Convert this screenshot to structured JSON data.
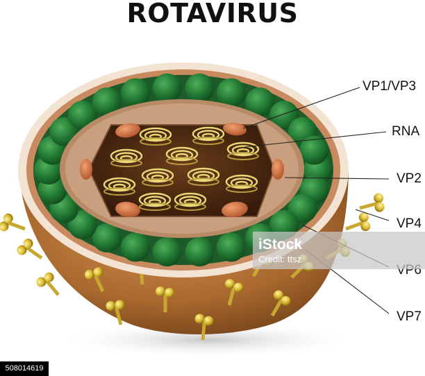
{
  "title": "ROTAVIRUS",
  "labels": {
    "vp1_vp3": "VP1/VP3",
    "rna": "RNA",
    "vp2": "VP2",
    "vp4": "VP4",
    "vp6": "VP6",
    "vp7": "VP7"
  },
  "watermark": {
    "brand": "iStock",
    "credit": "Credit: ttsz"
  },
  "stock_id": "508014619",
  "colors": {
    "capsid_outer": "#a8682e",
    "vp6_protein": "#2e7d3a",
    "inner_layer": "#b88a66",
    "core": "#4a2a12",
    "rna_coil": "#e8d878",
    "vp1_vp3": "#d47a4a",
    "spike": "#c8a830"
  }
}
